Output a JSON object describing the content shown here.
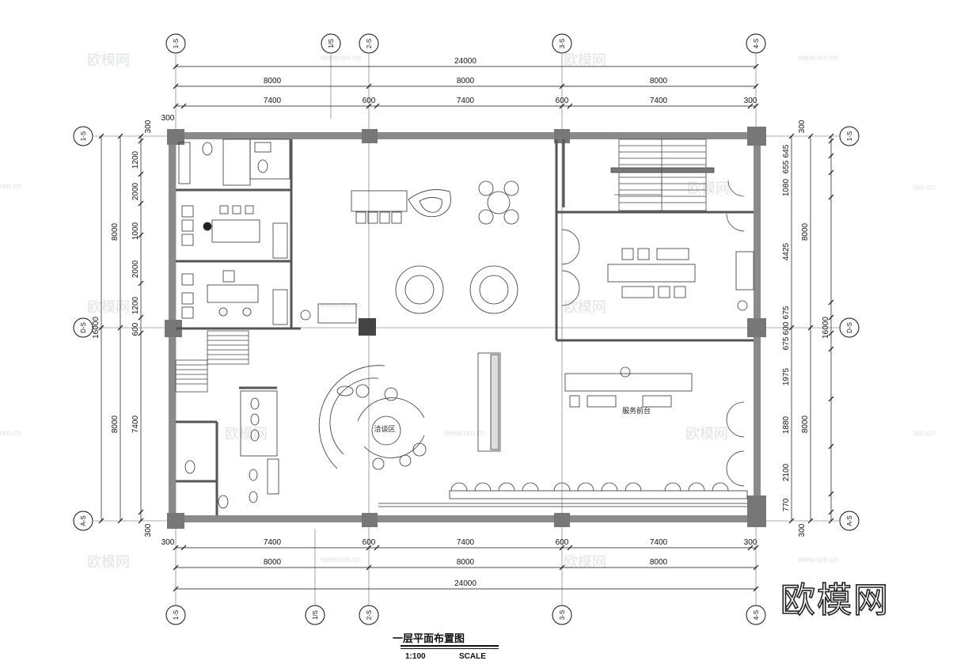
{
  "title": "一层平面布置图",
  "scale_ratio": "1:100",
  "scale_word": "SCALE",
  "brand": "欧模网",
  "watermark_text": "欧模网",
  "watermark_url": "www.om.cn",
  "watermark_url_short": "om.cn",
  "grid_labels": {
    "c1": "1-S",
    "c2": "1/S",
    "c3": "2-S",
    "c4": "3-S",
    "c5": "4-S",
    "r1": "1-S",
    "r2": "D-S",
    "r3": "A-S"
  },
  "dims_top": {
    "overall": "24000",
    "bays": [
      "8000",
      "8000",
      "8000"
    ],
    "sub": [
      "300",
      "7400",
      "600",
      "7400",
      "600",
      "7400",
      "300"
    ]
  },
  "dims_bottom": {
    "sub": [
      "300",
      "7400",
      "600",
      "7400",
      "600",
      "7400",
      "300"
    ],
    "bays": [
      "8000",
      "8000",
      "8000"
    ],
    "overall": "24000"
  },
  "dims_left": {
    "overall": "16000",
    "bays": [
      "8000",
      "8000"
    ],
    "sub": [
      "300",
      "1200",
      "2000",
      "1000",
      "2000",
      "1200",
      "600",
      "7400",
      "300"
    ]
  },
  "dims_right": {
    "bays": [
      "8000",
      "8000"
    ],
    "sub": [
      "300",
      "645",
      "655",
      "1080",
      "4425",
      "675",
      "600",
      "675",
      "1975",
      "1880",
      "2100",
      "770",
      "300"
    ],
    "overall": "16000"
  },
  "rooms": {
    "reception": "服务前台",
    "negotiation": "洽谈区"
  }
}
